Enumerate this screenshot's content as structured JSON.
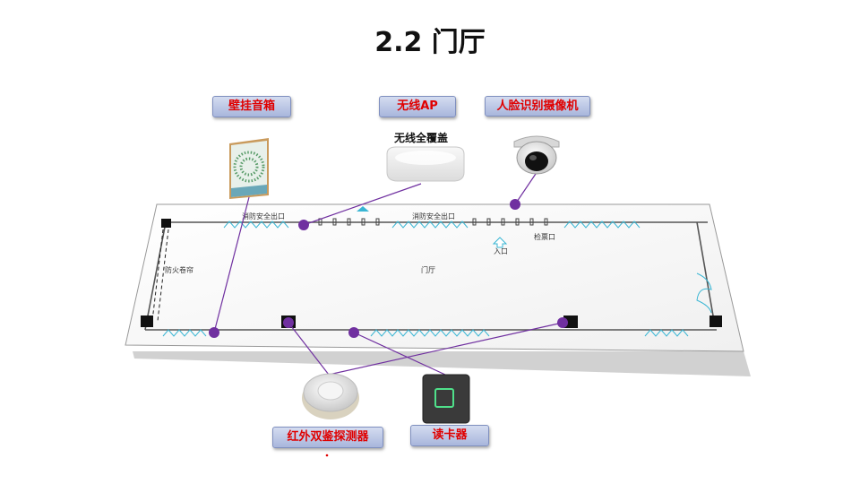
{
  "title": "2.2 门厅",
  "tags": {
    "speaker": "壁挂音箱",
    "wifi": "无线AP",
    "camera": "人脸识别摄像机",
    "detector": "红外双鉴探测器",
    "reader": "读卡器"
  },
  "wifi_caption": "无线全覆盖",
  "plan": {
    "exit_left": "消防安全出口",
    "exit_mid": "消防安全出口",
    "entrance": "入口",
    "check": "检票口",
    "stairs": "防火卷帘",
    "hall": "门厅"
  },
  "colors": {
    "marker": "#7030a0",
    "line": "#7030a0",
    "tag_text": "#e00000",
    "window": "#39b6d4"
  }
}
